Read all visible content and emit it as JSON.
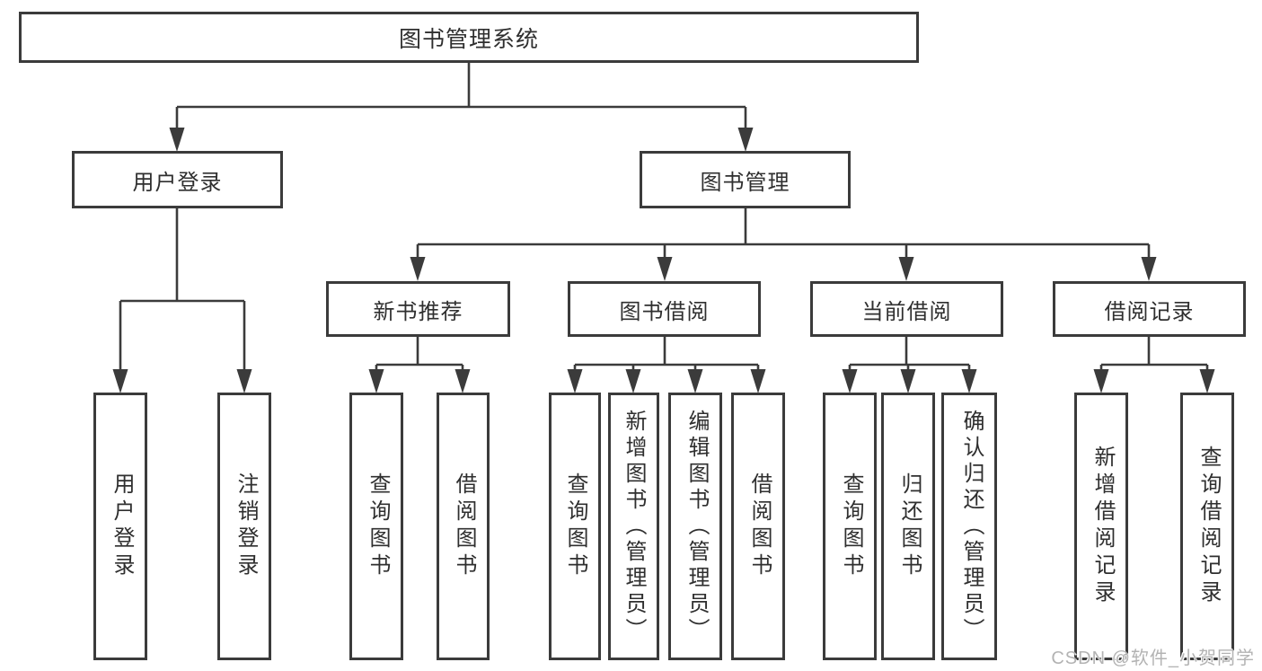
{
  "colors": {
    "line": "#3b3b3b",
    "box_border": "#3b3b3b",
    "text": "#2f2f2f",
    "background": "#ffffff",
    "watermark": "#b3b3b3"
  },
  "root": {
    "label": "图书管理系统"
  },
  "level2": [
    {
      "label": "用户登录"
    },
    {
      "label": "图书管理"
    }
  ],
  "level3": [
    {
      "label": "新书推荐"
    },
    {
      "label": "图书借阅"
    },
    {
      "label": "当前借阅"
    },
    {
      "label": "借阅记录"
    }
  ],
  "leaves": [
    {
      "label": "用户登录"
    },
    {
      "label": "注销登录"
    },
    {
      "label": "查询图书"
    },
    {
      "label": "借阅图书"
    },
    {
      "label": "查询图书"
    },
    {
      "label": "新增图书（管理员）"
    },
    {
      "label": "编辑图书（管理员）"
    },
    {
      "label": "借阅图书"
    },
    {
      "label": "查询图书"
    },
    {
      "label": "归还图书"
    },
    {
      "label": "确认归还（管理员）"
    },
    {
      "label": "新增借阅记录"
    },
    {
      "label": "查询借阅记录"
    }
  ],
  "watermark": {
    "text": "CSDN @软件_小贺同学"
  }
}
